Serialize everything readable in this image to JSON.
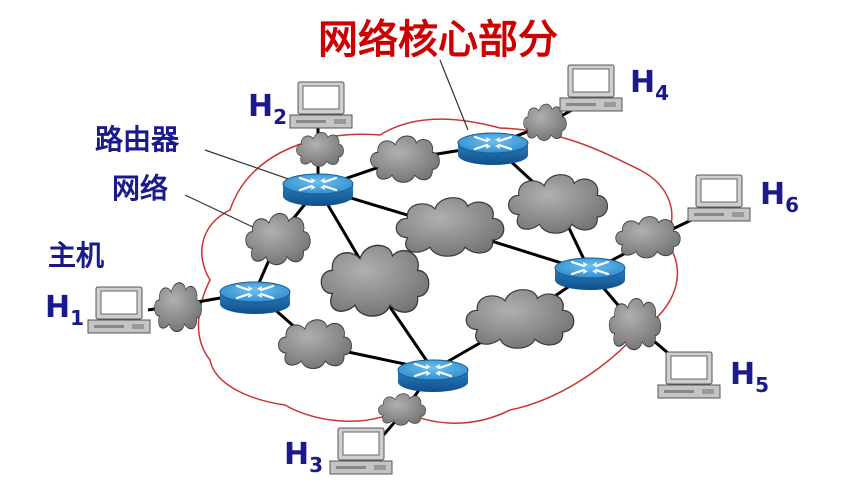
{
  "title": "网络核心部分",
  "labels": {
    "router": "路由器",
    "network": "网络",
    "host": "主机"
  },
  "hosts": [
    {
      "letter": "H",
      "sub": "1"
    },
    {
      "letter": "H",
      "sub": "2"
    },
    {
      "letter": "H",
      "sub": "3"
    },
    {
      "letter": "H",
      "sub": "4"
    },
    {
      "letter": "H",
      "sub": "5"
    },
    {
      "letter": "H",
      "sub": "6"
    }
  ],
  "colors": {
    "title": "#cc0000",
    "labels": "#1a1a8c",
    "core_outline": "#cc3333",
    "cloud": "#8c8c8c",
    "router_top": "#2e8fd0",
    "router_side": "#1566a8",
    "link": "#000000",
    "host_body": "#c8c8c8"
  },
  "icons": {
    "router": "router-icon",
    "network": "cloud-icon",
    "host": "computer-icon"
  }
}
